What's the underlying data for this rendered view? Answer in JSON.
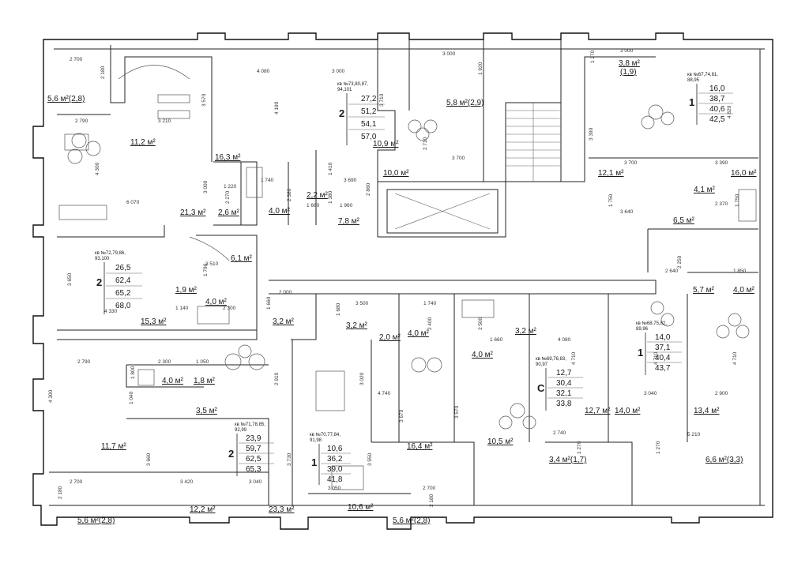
{
  "plan": {
    "highlight_color": "#e8537a",
    "selected_label_color": "#b0133b",
    "areas": [
      "5,6 м²(2,8)",
      "11,2 м²",
      "16,3 м²",
      "21,3 м²",
      "2,6 м²",
      "2,2 м²",
      "4,0 м²",
      "7,8 м²",
      "5,8 м²(2,9)",
      "10,9 м²",
      "10,0 м²",
      "3,8 м²",
      "(1,9)",
      "12,1 м²",
      "16,0 м²",
      "4,1 м²",
      "6,5 м²",
      "6,1 м²",
      "1,9 м²",
      "4,0 м²",
      "15,3 м²",
      "3,2 м²",
      "3,2 м²",
      "2,0 м²",
      "4,0 м²",
      "3,2 м²",
      "4,0 м²",
      "5,7 м²",
      "4,0 м²",
      "4,0 м²",
      "1,8 м²",
      "3,5 м²",
      "11,7 м²",
      "12,2 м²",
      "23,3 м²",
      "10,6 м²",
      "5,6 м²(2,8)",
      "5,6 м²(2,8)",
      "16,4 м²",
      "10,5 м²",
      "12,7 м²",
      "14,0 м²",
      "13,4 м²",
      "3,4 м²(1,7)",
      "6,6 м²(3,3)"
    ],
    "dims": [
      "2 700",
      "2 180",
      "2 790",
      "3 210",
      "3 570",
      "4 300",
      "4 080",
      "4 190",
      "3 000",
      "3 710",
      "3 000",
      "1 920",
      "2 710",
      "3 700",
      "3 000",
      "1 270",
      "3 390",
      "4 820",
      "3 700",
      "3 390",
      "6 070",
      "3 000",
      "1 220",
      "2 270",
      "1 740",
      "2 380",
      "1 410",
      "1 380",
      "1 660",
      "3 690",
      "2 860",
      "1 960",
      "3 640",
      "2 370",
      "1 750",
      "1 750",
      "3 510",
      "1 790",
      "3 650",
      "4 330",
      "1 140",
      "2 300",
      "2 000",
      "1 660",
      "3 500",
      "1 740",
      "2 400",
      "2 500",
      "1 660",
      "4 080",
      "2 640",
      "2 250",
      "1 850",
      "2 790",
      "2 300",
      "1 050",
      "1 800",
      "2 910",
      "3 020",
      "4 740",
      "3 670",
      "4 710",
      "4 710",
      "4 710",
      "3 040",
      "2 900",
      "4 300",
      "1 040",
      "3 660",
      "3 420",
      "3 730",
      "3 550",
      "3 570",
      "2 740",
      "5 210",
      "1 270",
      "1 270",
      "2 700",
      "3 040",
      "3 050",
      "2 700",
      "2 180",
      "2 180",
      "1 680"
    ],
    "cards": [
      {
        "id": "top-center",
        "header": [
          "кв №73,80,87,",
          "94,101"
        ],
        "rooms": "2",
        "values": [
          "27,2",
          "51,2",
          "54,1",
          "57,0"
        ]
      },
      {
        "id": "top-right",
        "header": [
          "кв №67,74,81,",
          "88,95"
        ],
        "rooms": "1",
        "values": [
          "16,0",
          "38,7",
          "40,6",
          "42,5"
        ]
      },
      {
        "id": "left-mid",
        "header": [
          "кв №72,79,86,",
          "93,100"
        ],
        "rooms": "2",
        "values": [
          "26,5",
          "62,4",
          "65,2",
          "68,0"
        ]
      },
      {
        "id": "right-mid",
        "header": [
          "кв №68,75,82,",
          "89,96"
        ],
        "rooms": "1",
        "values": [
          "14,0",
          "37,1",
          "40,4",
          "43,7"
        ]
      },
      {
        "id": "center-c",
        "header": [
          "кв №69,76,83,",
          "90,97"
        ],
        "rooms": "С",
        "values": [
          "12,7",
          "30,4",
          "32,1",
          "33,8"
        ]
      },
      {
        "id": "bottom-left",
        "header": [
          "кв №71,78,85,",
          "92,99"
        ],
        "rooms": "2",
        "values": [
          "23,9",
          "59,7",
          "62,5",
          "65,3"
        ]
      },
      {
        "id": "bottom-mid",
        "header": [
          "кв №70,77,84,",
          "91,98"
        ],
        "rooms": "1",
        "values": [
          "10,6",
          "36,2",
          "39,0",
          "41,8"
        ]
      }
    ]
  }
}
